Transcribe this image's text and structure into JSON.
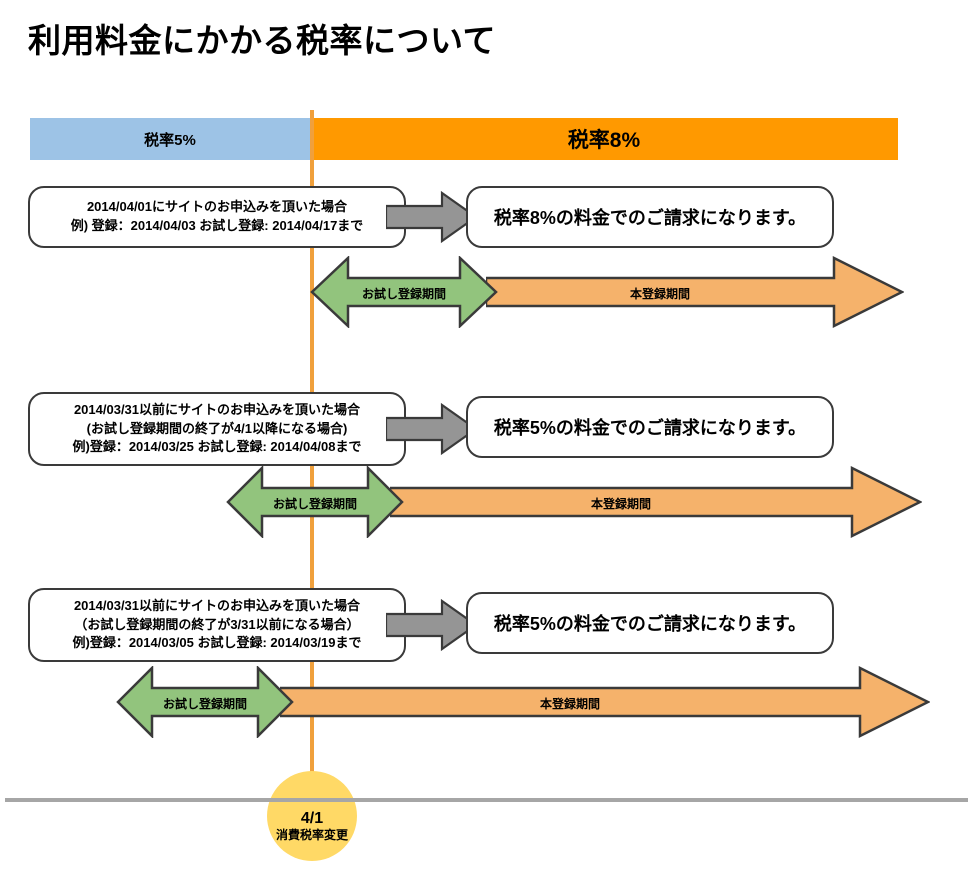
{
  "title": "利用料金にかかる税率について",
  "tax_bar": {
    "rate5_label": "税率5%",
    "rate5_color": "#9dc3e6",
    "rate8_label": "税率8%",
    "rate8_color": "#ff9900"
  },
  "divider": {
    "color": "#f0a03c"
  },
  "rows": [
    {
      "condition_line1": "2014/04/01にサイトのお申込みを頂いた場合",
      "condition_line2": "例) 登録：2014/04/03 お試し登録: 2014/04/17まで",
      "condition_line3": "",
      "result": "税率8%の料金でのご請求になります。",
      "trial_label": "お試し登録期間",
      "full_label": "本登録期間"
    },
    {
      "condition_line1": "2014/03/31以前にサイトのお申込みを頂いた場合",
      "condition_line2": "(お試し登録期間の終了が4/1以降になる場合)",
      "condition_line3": "例)登録：2014/03/25 お試し登録: 2014/04/08まで",
      "result": "税率5%の料金でのご請求になります。",
      "trial_label": "お試し登録期間",
      "full_label": "本登録期間"
    },
    {
      "condition_line1": "2014/03/31以前にサイトのお申込みを頂いた場合",
      "condition_line2": "（お試し登録期間の終了が3/31以前になる場合）",
      "condition_line3": "例)登録：2014/03/05 お試し登録: 2014/03/19まで",
      "result": "税率5%の料金でのご請求になります。",
      "trial_label": "お試し登録期間",
      "full_label": "本登録期間"
    }
  ],
  "colors": {
    "trial_arrow_fill": "#92c47d",
    "trial_arrow_stroke": "#3a3a3a",
    "full_arrow_fill": "#f5b26b",
    "full_arrow_stroke": "#3a3a3a",
    "gray_arrow_fill": "#959595",
    "gray_arrow_stroke": "#3a3a3a",
    "box_stroke": "#3a3a3a",
    "baseline": "#a6a6a6",
    "milestone_fill": "#ffd966"
  },
  "milestone": {
    "date": "4/1",
    "note": "消費税率変更"
  }
}
